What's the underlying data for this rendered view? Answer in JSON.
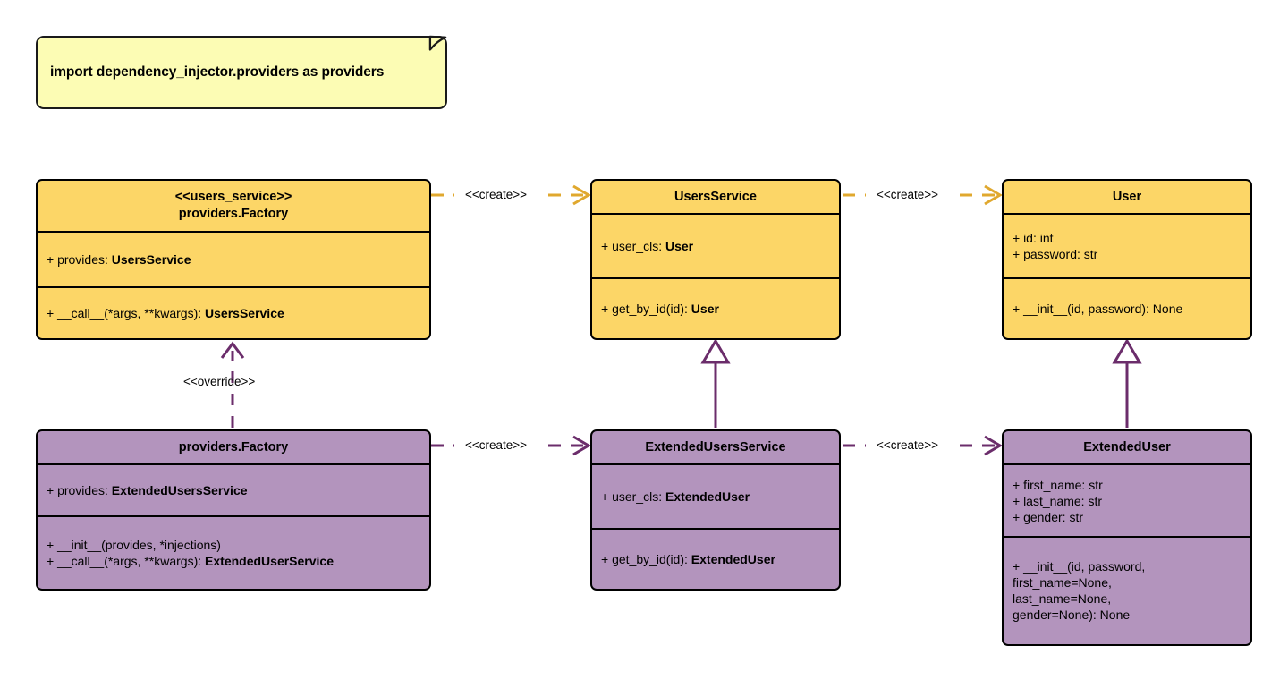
{
  "diagram": {
    "title": "Dependency Injector providers UML class diagram",
    "background": "#ffffff",
    "colors": {
      "note_fill": "#fcfcb4",
      "yellow_fill": "#fcd667",
      "purple_fill": "#b394bd",
      "yellow_edge": "#e0a82e",
      "purple_edge": "#6b2d6b",
      "outline": "#000000"
    }
  },
  "note": {
    "text": "import dependency_injector.providers as providers"
  },
  "classes": {
    "users_service_factory": {
      "stereotype": "<<users_service>>",
      "name": "providers.Factory",
      "attributes": [
        {
          "prefix": "+ provides: ",
          "type": "UsersService"
        }
      ],
      "methods": [
        {
          "prefix": "+ __call__(*args, **kwargs): ",
          "type": "UsersService"
        }
      ]
    },
    "users_service": {
      "stereotype": "",
      "name": "UsersService",
      "attributes": [
        {
          "prefix": "+ user_cls: ",
          "type": "User"
        }
      ],
      "methods": [
        {
          "prefix": "+ get_by_id(id): ",
          "type": "User"
        }
      ]
    },
    "user": {
      "stereotype": "",
      "name": "User",
      "attributes": [
        {
          "prefix": "+ id: int",
          "type": ""
        },
        {
          "prefix": "+ password: str",
          "type": ""
        }
      ],
      "methods": [
        {
          "prefix": "+ __init__(id, password): None",
          "type": ""
        }
      ]
    },
    "extended_factory": {
      "stereotype": "",
      "name": "providers.Factory",
      "attributes": [
        {
          "prefix": "+ provides: ",
          "type": "ExtendedUsersService"
        }
      ],
      "methods": [
        {
          "prefix": "+ __init__(provides, *injections)",
          "type": ""
        },
        {
          "prefix": "+ __call__(*args, **kwargs): ",
          "type": "ExtendedUserService"
        }
      ]
    },
    "extended_users_service": {
      "stereotype": "",
      "name": "ExtendedUsersService",
      "attributes": [
        {
          "prefix": "+ user_cls: ",
          "type": "ExtendedUser"
        }
      ],
      "methods": [
        {
          "prefix": "+ get_by_id(id): ",
          "type": "ExtendedUser"
        }
      ]
    },
    "extended_user": {
      "stereotype": "",
      "name": "ExtendedUser",
      "attributes": [
        {
          "prefix": "+ first_name: str",
          "type": ""
        },
        {
          "prefix": "+ last_name: str",
          "type": ""
        },
        {
          "prefix": "+ gender: str",
          "type": ""
        }
      ],
      "methods": [
        {
          "prefix": "+ __init__(id, password,\nfirst_name=None,\nlast_name=None,\ngender=None): None",
          "type": ""
        }
      ]
    }
  },
  "edges": {
    "create_top_left": {
      "label": "<<create>>",
      "style": "dashed",
      "color": "#e0a82e",
      "arrow": "open"
    },
    "create_top_right": {
      "label": "<<create>>",
      "style": "dashed",
      "color": "#e0a82e",
      "arrow": "open"
    },
    "create_bottom_left": {
      "label": "<<create>>",
      "style": "dashed",
      "color": "#6b2d6b",
      "arrow": "open"
    },
    "create_bottom_right": {
      "label": "<<create>>",
      "style": "dashed",
      "color": "#6b2d6b",
      "arrow": "open"
    },
    "override": {
      "label": "<<override>>",
      "style": "dashed",
      "color": "#6b2d6b",
      "arrow": "open"
    },
    "inherit_service": {
      "label": "",
      "style": "solid",
      "color": "#6b2d6b",
      "arrow": "hollow-triangle"
    },
    "inherit_user": {
      "label": "",
      "style": "solid",
      "color": "#6b2d6b",
      "arrow": "hollow-triangle"
    }
  }
}
